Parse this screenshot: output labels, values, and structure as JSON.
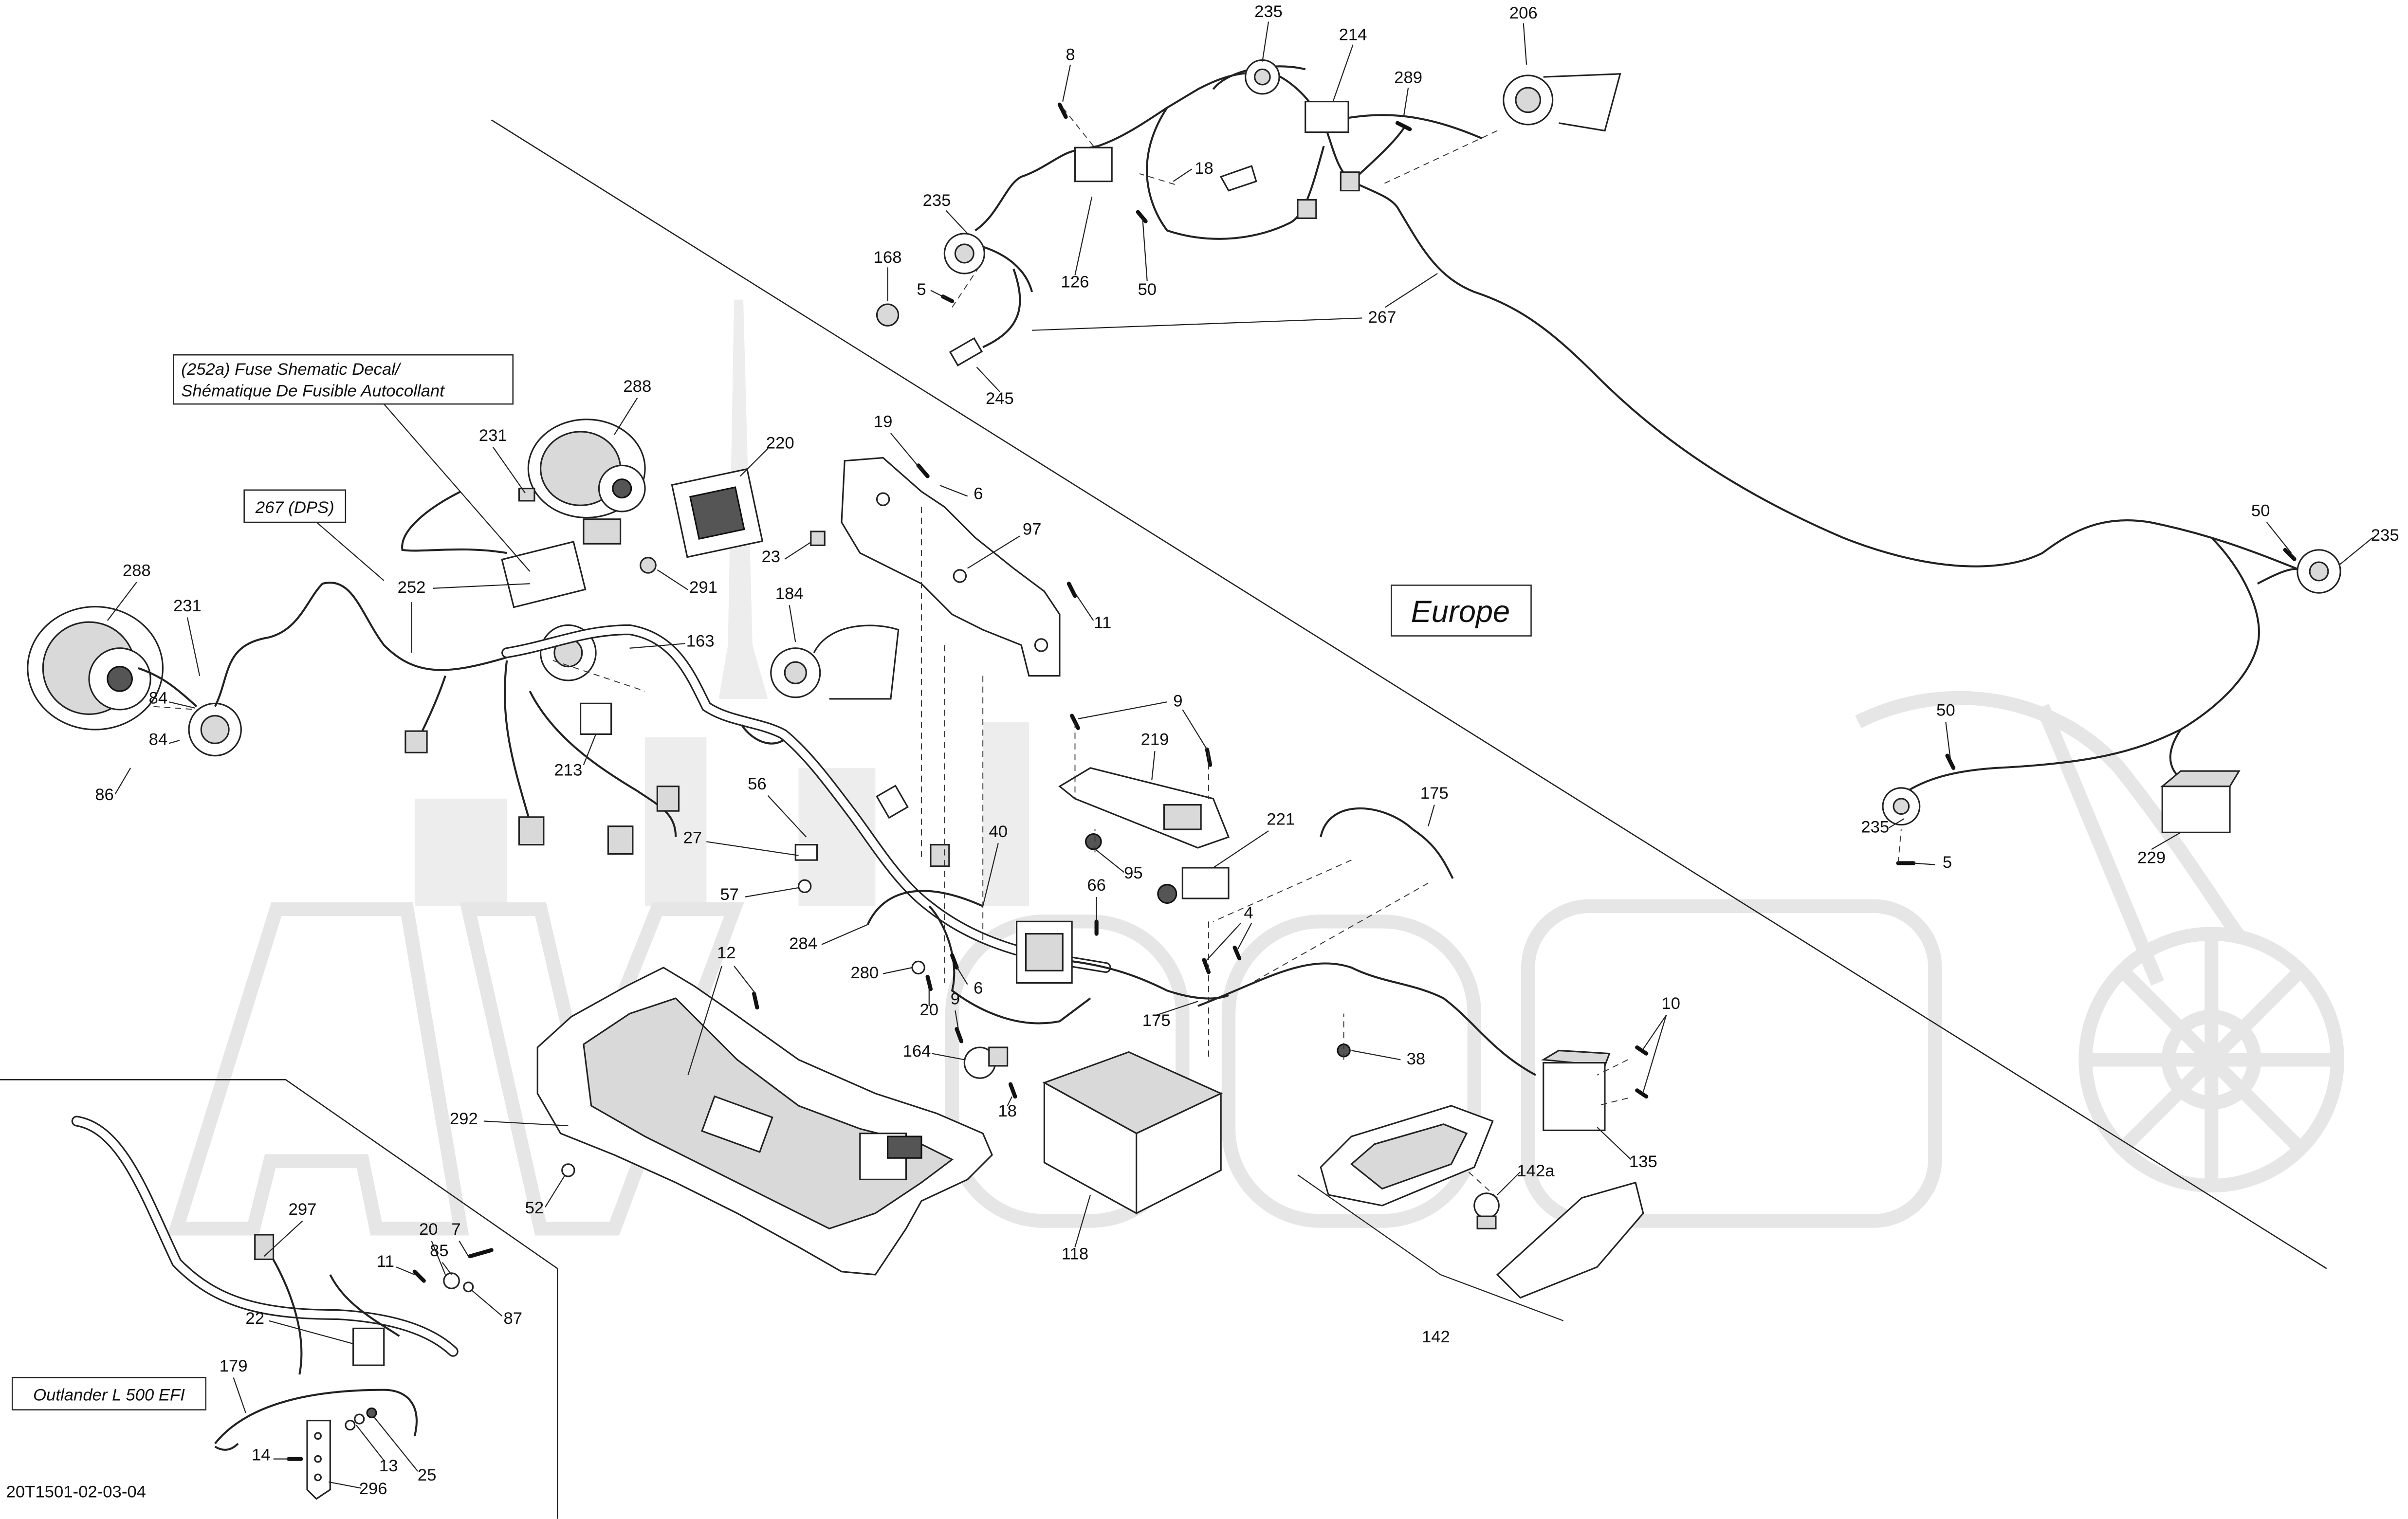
{
  "notes": {
    "decal_line1": "(252a) Fuse Shematic Decal/",
    "decal_line2": "Shématique De Fusible Autocollant",
    "dps": "267 (DPS)",
    "region": "Europe",
    "variant": "Outlander L 500 EFI"
  },
  "diagram_code": "20T1501-02-03-04",
  "callouts": {
    "top": [
      "235",
      "214",
      "206",
      "8",
      "289",
      "18",
      "235",
      "168",
      "5",
      "126",
      "50",
      "267",
      "245"
    ],
    "main": [
      "288",
      "231",
      "220",
      "19",
      "6",
      "97",
      "23",
      "252",
      "291",
      "288",
      "231",
      "11",
      "184",
      "163",
      "84",
      "213",
      "84",
      "86",
      "9",
      "219",
      "56",
      "27",
      "57",
      "40",
      "175",
      "221",
      "95",
      "66",
      "4",
      "284",
      "12",
      "280",
      "6",
      "20",
      "9",
      "175",
      "10",
      "38",
      "164",
      "18",
      "292",
      "135",
      "142a",
      "52",
      "118",
      "142"
    ],
    "right": [
      "50",
      "235",
      "50",
      "235",
      "5",
      "229"
    ],
    "inset": [
      "297",
      "20",
      "7",
      "11",
      "85",
      "87",
      "22",
      "179",
      "14",
      "13",
      "25",
      "296"
    ]
  }
}
